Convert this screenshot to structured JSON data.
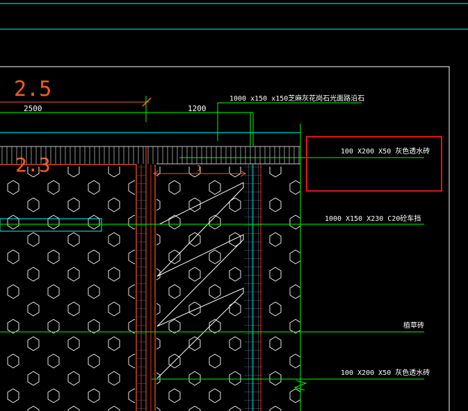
{
  "drawing": {
    "dim_big_1": "2.5",
    "dim_big_2": "2.3",
    "dim_2500": "2500",
    "dim_1200": "1200",
    "dim_1": "1",
    "callout_top": "1000 x150 x150芝麻灰花岗石光面路沿石",
    "callout_boxed": "100 X200 X50 灰色透水砖",
    "callout_curb": "1000 X150 X230  C20砼车挡",
    "callout_grass": "植草砖",
    "callout_bottom": "100 X200 X50 灰色透水砖"
  },
  "colors": {
    "background": "#000000",
    "cyan": "#00ffff",
    "green": "#00ff00",
    "orange": "#ff5a1f",
    "red": "#ff2020",
    "white": "#ffffff",
    "grey": "#8c8c8c",
    "highlight_box": "#e0141c"
  }
}
